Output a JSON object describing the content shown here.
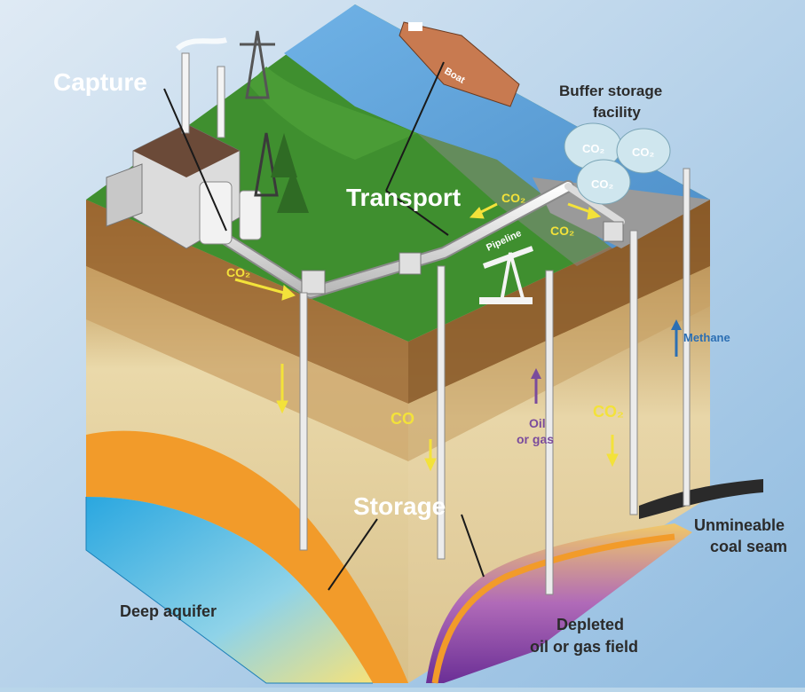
{
  "labels": {
    "capture": "Capture",
    "transport": "Transport",
    "storage": "Storage",
    "buffer_storage_line1": "Buffer storage",
    "buffer_storage_line2": "facility",
    "boat": "Boat",
    "pipeline": "Pipeline",
    "co2_flow_1": "CO₂",
    "co2_flow_2": "CO₂",
    "co2_flow_3": "CO₂",
    "co2_down_1": "CO",
    "co2_down_2": "CO₂",
    "tank_co2": "CO₂",
    "methane": "Methane",
    "oil_gas_line1": "Oil",
    "oil_gas_line2": "or gas",
    "deep_aquifer": "Deep aquifer",
    "depleted_line1": "Depleted",
    "depleted_line2": "oil or gas field",
    "coal_seam_line1": "Unmineable",
    "coal_seam_line2": "coal seam"
  },
  "colors": {
    "background": "#b9d6ea",
    "ground_green": "#3f8f2f",
    "sea_blue": "#5a9fd8",
    "soil_brown": "#8a5f30",
    "sand": "#e6d3a1",
    "aquifer_orange": "#f29b2a",
    "aquifer_blue": "#2aa7e0",
    "gas_field_purple": "#7a3ea0",
    "co2_arrow_yellow": "#f3e23a",
    "methane_blue": "#2c6fb3"
  },
  "icons": [
    "power-plant-icon",
    "boat-icon",
    "storage-tank-icon",
    "pump-jack-icon",
    "pipeline-icon",
    "well-valve-icon",
    "power-pylon-icon"
  ]
}
